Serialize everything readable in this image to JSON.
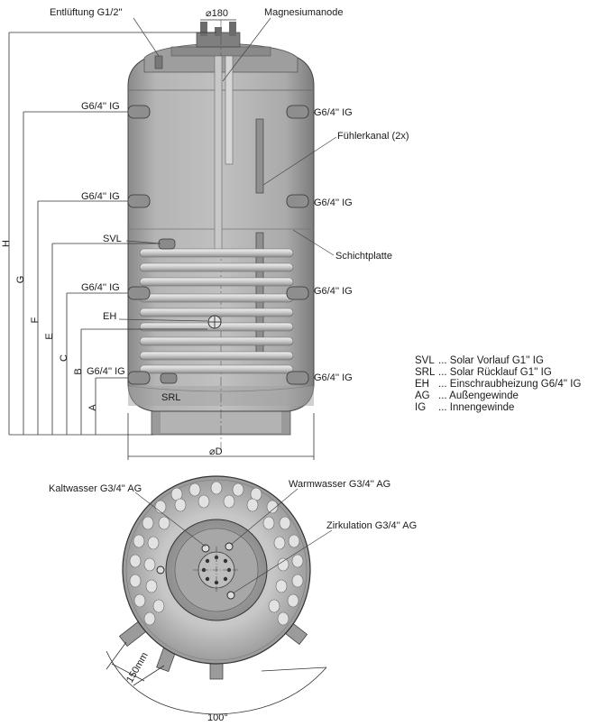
{
  "top_labels": {
    "vent": "Entlüftung G1/2''",
    "diameter_top": "⌀180",
    "magnesium_anode": "Magnesiumanode",
    "sensor_channel": "Fühlerkanal (2x)",
    "stratification_plate": "Schichtplatte",
    "svl": "SVL",
    "eh": "EH",
    "srl": "SRL",
    "diameter_d": "⌀D"
  },
  "ports": [
    {
      "id": "left-1",
      "label": "G6/4'' IG"
    },
    {
      "id": "right-1",
      "label": "G6/4'' IG"
    },
    {
      "id": "left-2",
      "label": "G6/4'' IG"
    },
    {
      "id": "right-2",
      "label": "G6/4'' IG"
    },
    {
      "id": "left-3",
      "label": "G6/4'' IG"
    },
    {
      "id": "right-3",
      "label": "G6/4'' IG"
    },
    {
      "id": "left-4",
      "label": "G6/4'' IG"
    },
    {
      "id": "right-4",
      "label": "G6/4'' IG"
    }
  ],
  "dimension_letters": [
    "H",
    "G",
    "F",
    "E",
    "C",
    "B",
    "A"
  ],
  "legend": [
    {
      "abbr": "SVL",
      "text": "... Solar Vorlauf G1'' IG"
    },
    {
      "abbr": "SRL",
      "text": "... Solar Rücklauf G1'' IG"
    },
    {
      "abbr": "EH",
      "text": "... Einschraubheizung G6/4'' IG"
    },
    {
      "abbr": "AG",
      "text": "... Außengewinde"
    },
    {
      "abbr": "IG",
      "text": "... Innengewinde"
    }
  ],
  "bottom_labels": {
    "cold_water": "Kaltwasser G3/4'' AG",
    "warm_water": "Warmwasser G3/4'' AG",
    "circulation": "Zirkulation G3/4'' AG",
    "spacing": "150mm",
    "angle": "100°"
  },
  "colors": {
    "tank_body": "#a9a9a9",
    "tank_dark": "#7d7d7d",
    "coil": "#d2d2d2",
    "insulation": "#cfcfcf",
    "hole": "#bdbdbd"
  }
}
